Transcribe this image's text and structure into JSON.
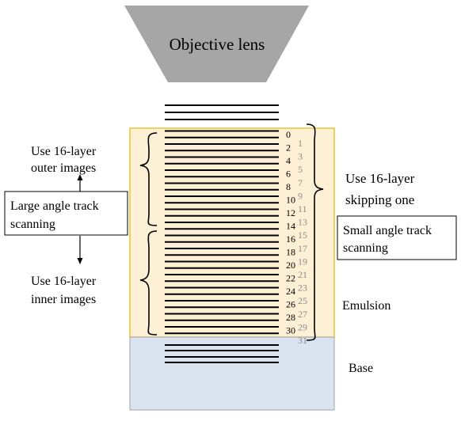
{
  "objective_label": "Objective lens",
  "left_upper_label": [
    "Use 16-layer",
    "outer images"
  ],
  "left_box_label": [
    "Large angle track",
    "scanning"
  ],
  "left_lower_label": [
    "Use 16-layer",
    "inner images"
  ],
  "right_upper_label": [
    "Use 16-layer",
    "skipping one"
  ],
  "right_box_label": [
    "Small angle track",
    "scanning"
  ],
  "emulsion_label": "Emulsion",
  "base_label": "Base",
  "even_layers": [
    "0",
    "2",
    "4",
    "6",
    "8",
    "10",
    "12",
    "14",
    "16",
    "18",
    "20",
    "22",
    "24",
    "26",
    "28",
    "30"
  ],
  "odd_layers": [
    "1",
    "3",
    "5",
    "7",
    "9",
    "11",
    "13",
    "15",
    "17",
    "19",
    "21",
    "23",
    "25",
    "27",
    "29",
    "31"
  ],
  "colors": {
    "emulsion_fill": "#fdf0d5",
    "emulsion_border": "#f1c232",
    "base_fill": "#dae3f0",
    "base_border": "#b0b0b0",
    "lens_fill": "#a6a6a6",
    "odd_number": "#8c8c8c",
    "line": "#000000"
  }
}
